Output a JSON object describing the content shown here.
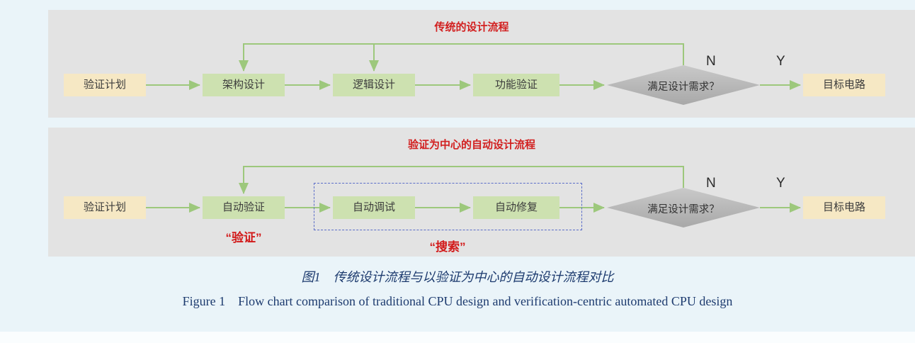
{
  "colors": {
    "page_bg": "#eaf4f9",
    "panel_bg": "#e3e3e3",
    "plan_box": "#f6e8c4",
    "step_box": "#cde1b0",
    "arrow_green": "#9dc87c",
    "diamond_gray": "#b9b9b9",
    "accent_red": "#d22020",
    "dashed_border_blue": "#5a6cc8",
    "caption_navy": "#1c3a6e"
  },
  "traditional": {
    "title": "传统的设计流程",
    "nodes": {
      "plan": "验证计划",
      "arch": "架构设计",
      "logic": "逻辑设计",
      "func_verify": "功能验证",
      "decision": "满足设计需求？",
      "target": "目标电路"
    },
    "branch_no": "N",
    "branch_yes": "Y"
  },
  "automated": {
    "title": "验证为中心的自动设计流程",
    "nodes": {
      "plan": "验证计划",
      "auto_verify": "自动验证",
      "auto_debug": "自动调试",
      "auto_repair": "自动修复",
      "decision": "满足设计需求？",
      "target": "目标电路"
    },
    "branch_no": "N",
    "branch_yes": "Y",
    "tag_verify": "“验证”",
    "tag_search": "“搜索”"
  },
  "caption": {
    "zh": "图1　传统设计流程与以验证为中心的自动设计流程对比",
    "en": "Figure 1　Flow chart comparison of traditional CPU design and verification-centric automated CPU design"
  }
}
